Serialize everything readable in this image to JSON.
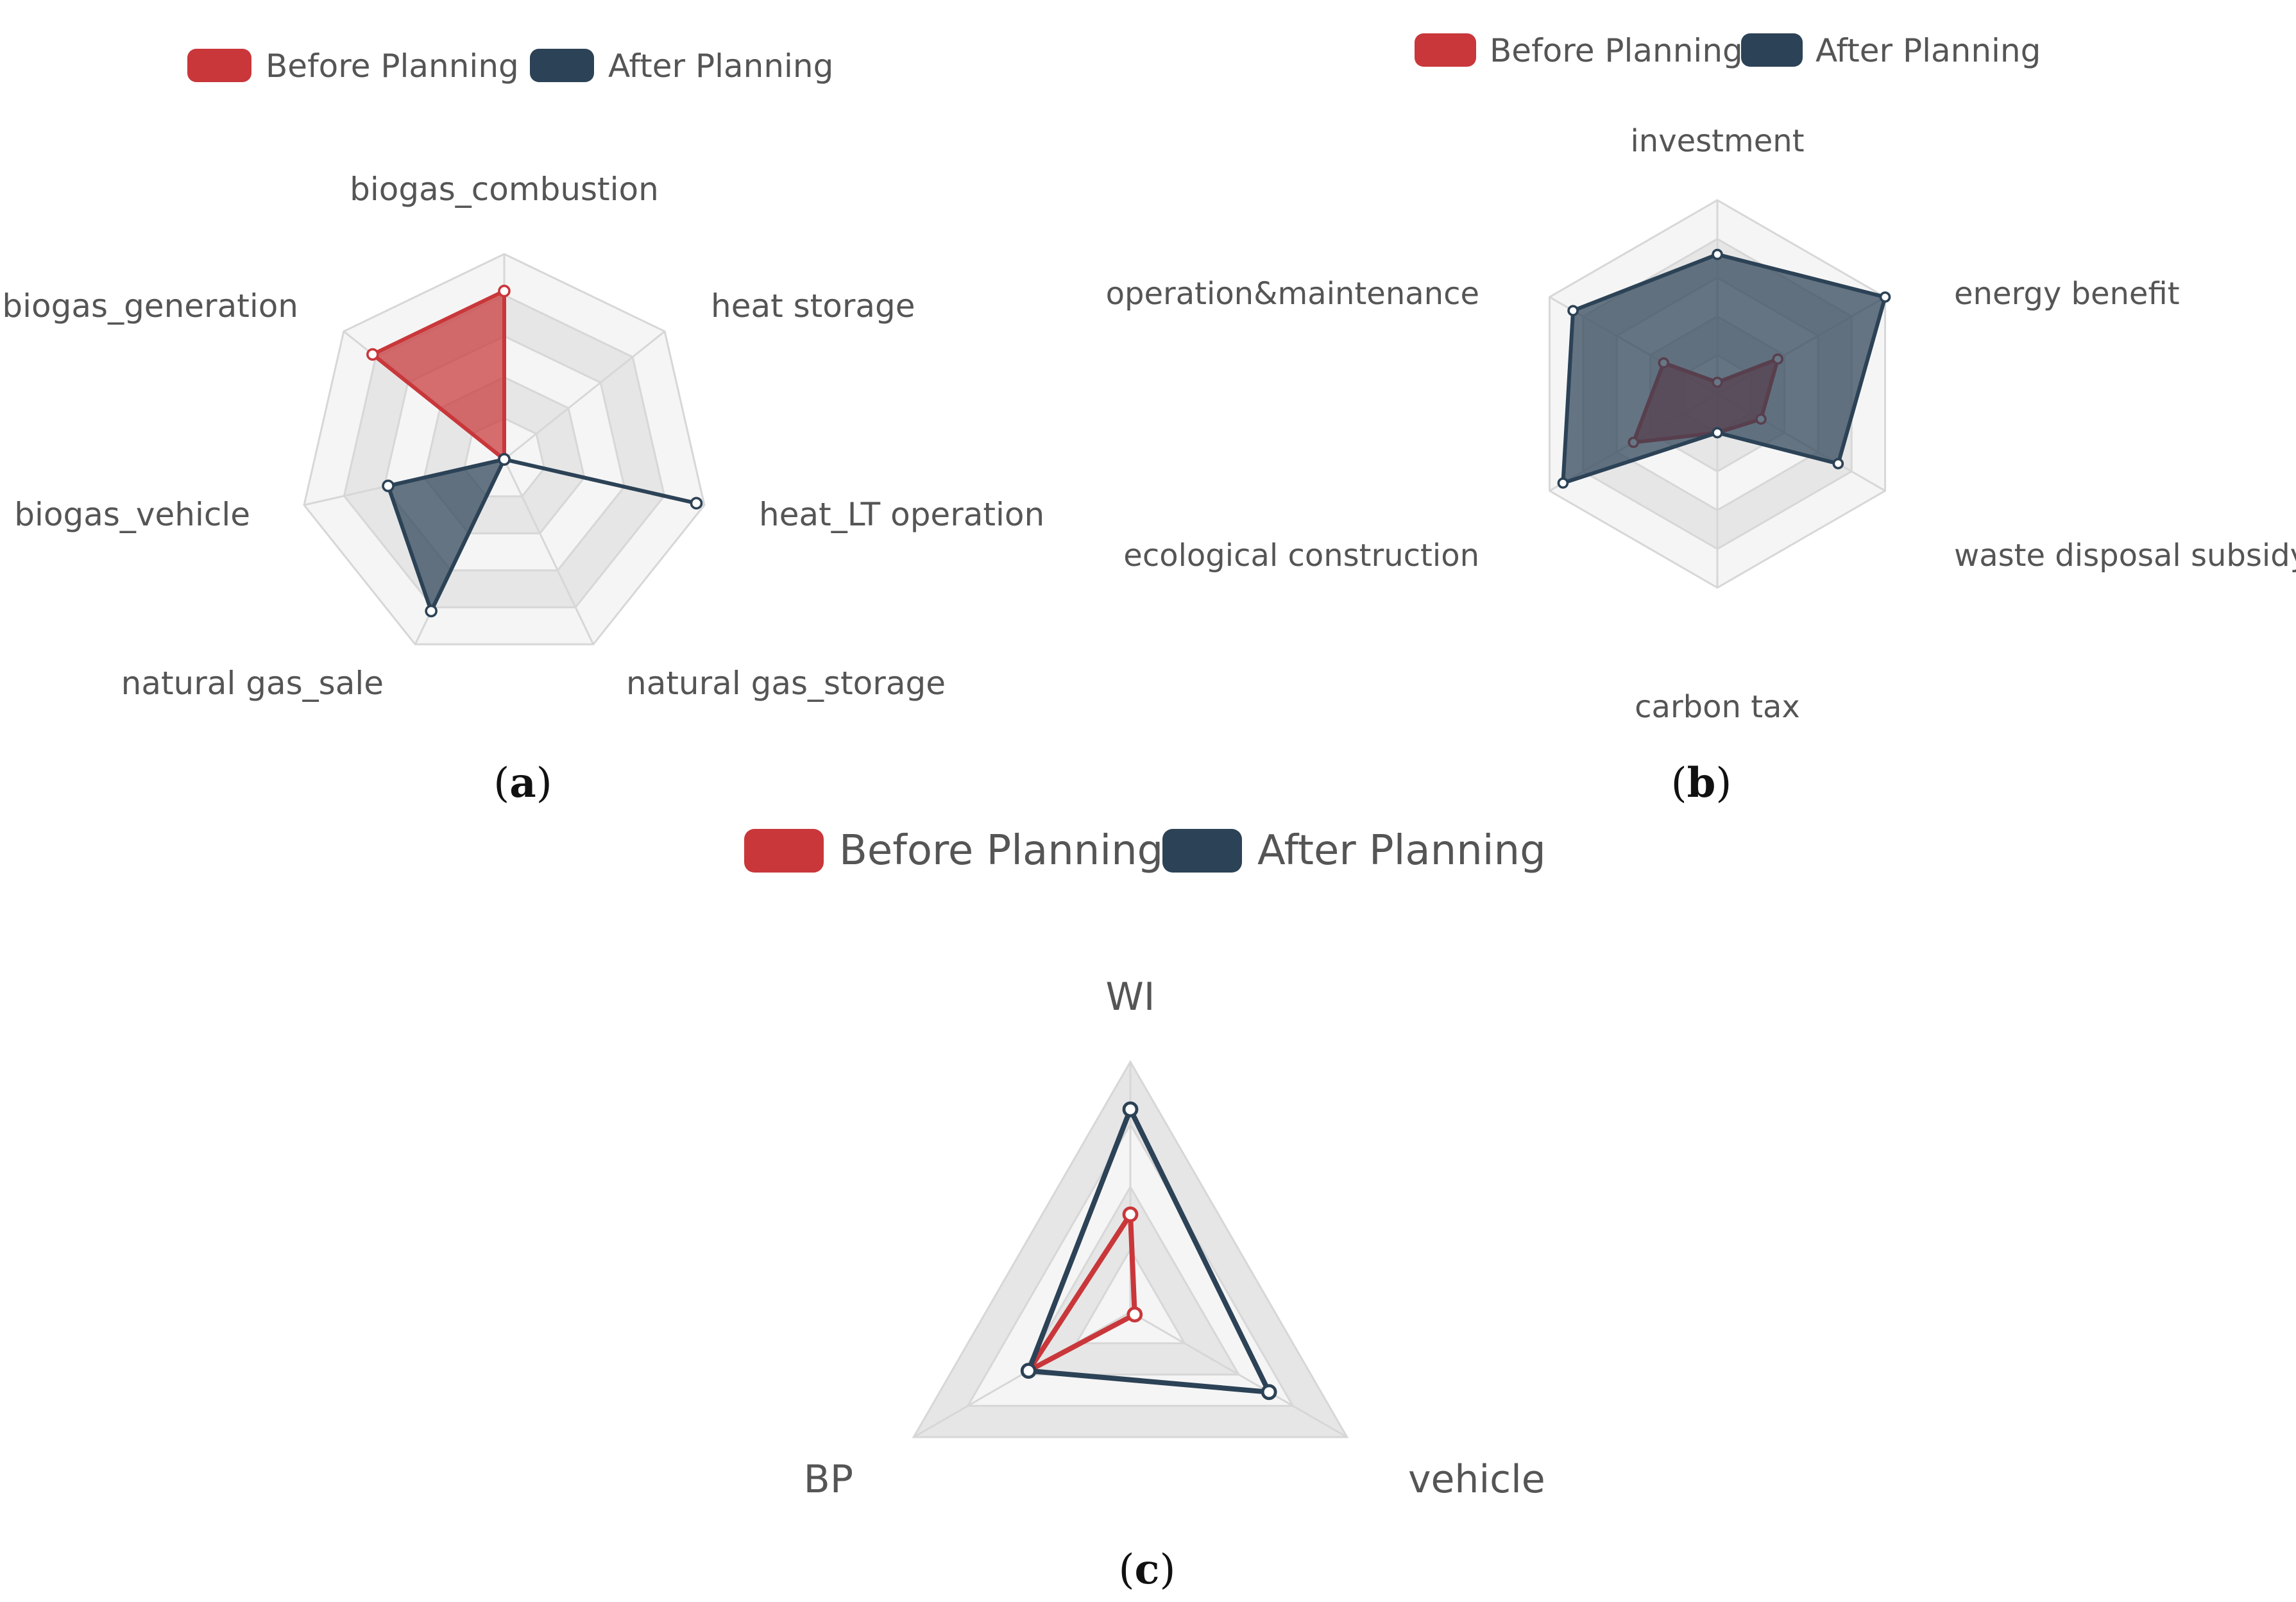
{
  "colors": {
    "before": "#c9373a",
    "after": "#2c4256",
    "grid_line": "#d7d7d7",
    "band_dark": "#e6e6e6",
    "band_light": "#f5f5f5"
  },
  "chart_data": [
    {
      "type": "radar",
      "panel": "(a)",
      "caption_letter": "a",
      "legend_placement": "top-left",
      "legend": [
        "Before Planning",
        "After Planning"
      ],
      "indicators": [
        "biogas_combustion",
        "heat storage",
        "heat_LT operation",
        "natural gas_storage",
        "natural gas_sale",
        "biogas_vehicle",
        "biogas_generation"
      ],
      "max": 1,
      "series": [
        {
          "name": "Before Planning",
          "values": [
            0.82,
            0,
            0,
            0,
            0,
            0,
            0.82
          ]
        },
        {
          "name": "After Planning",
          "values": [
            0,
            0,
            0.96,
            0,
            0.82,
            0.58,
            0
          ]
        }
      ]
    },
    {
      "type": "radar",
      "panel": "(b)",
      "caption_letter": "b",
      "legend_placement": "top",
      "legend": [
        "Before Planning",
        "After Planning"
      ],
      "indicators": [
        "investment",
        "energy benefit",
        "waste disposal subsidy",
        "carbon tax",
        "ecological construction",
        "operation&maintenance"
      ],
      "max": 1,
      "series": [
        {
          "name": "Before Planning",
          "values": [
            0.06,
            0.36,
            0.26,
            0.2,
            0.5,
            0.32
          ]
        },
        {
          "name": "After Planning",
          "values": [
            0.72,
            1.0,
            0.72,
            0.2,
            0.92,
            0.86
          ]
        }
      ]
    },
    {
      "type": "radar",
      "panel": "(c)",
      "caption_letter": "c",
      "legend_placement": "top",
      "legend": [
        "Before Planning",
        "After Planning"
      ],
      "indicators": [
        "WI",
        "vehicle",
        "BP"
      ],
      "max": 1,
      "series": [
        {
          "name": "Before Planning",
          "values": [
            0.39,
            0.02,
            0.47
          ]
        },
        {
          "name": "After Planning",
          "values": [
            0.81,
            0.64,
            0.47
          ]
        }
      ]
    }
  ]
}
